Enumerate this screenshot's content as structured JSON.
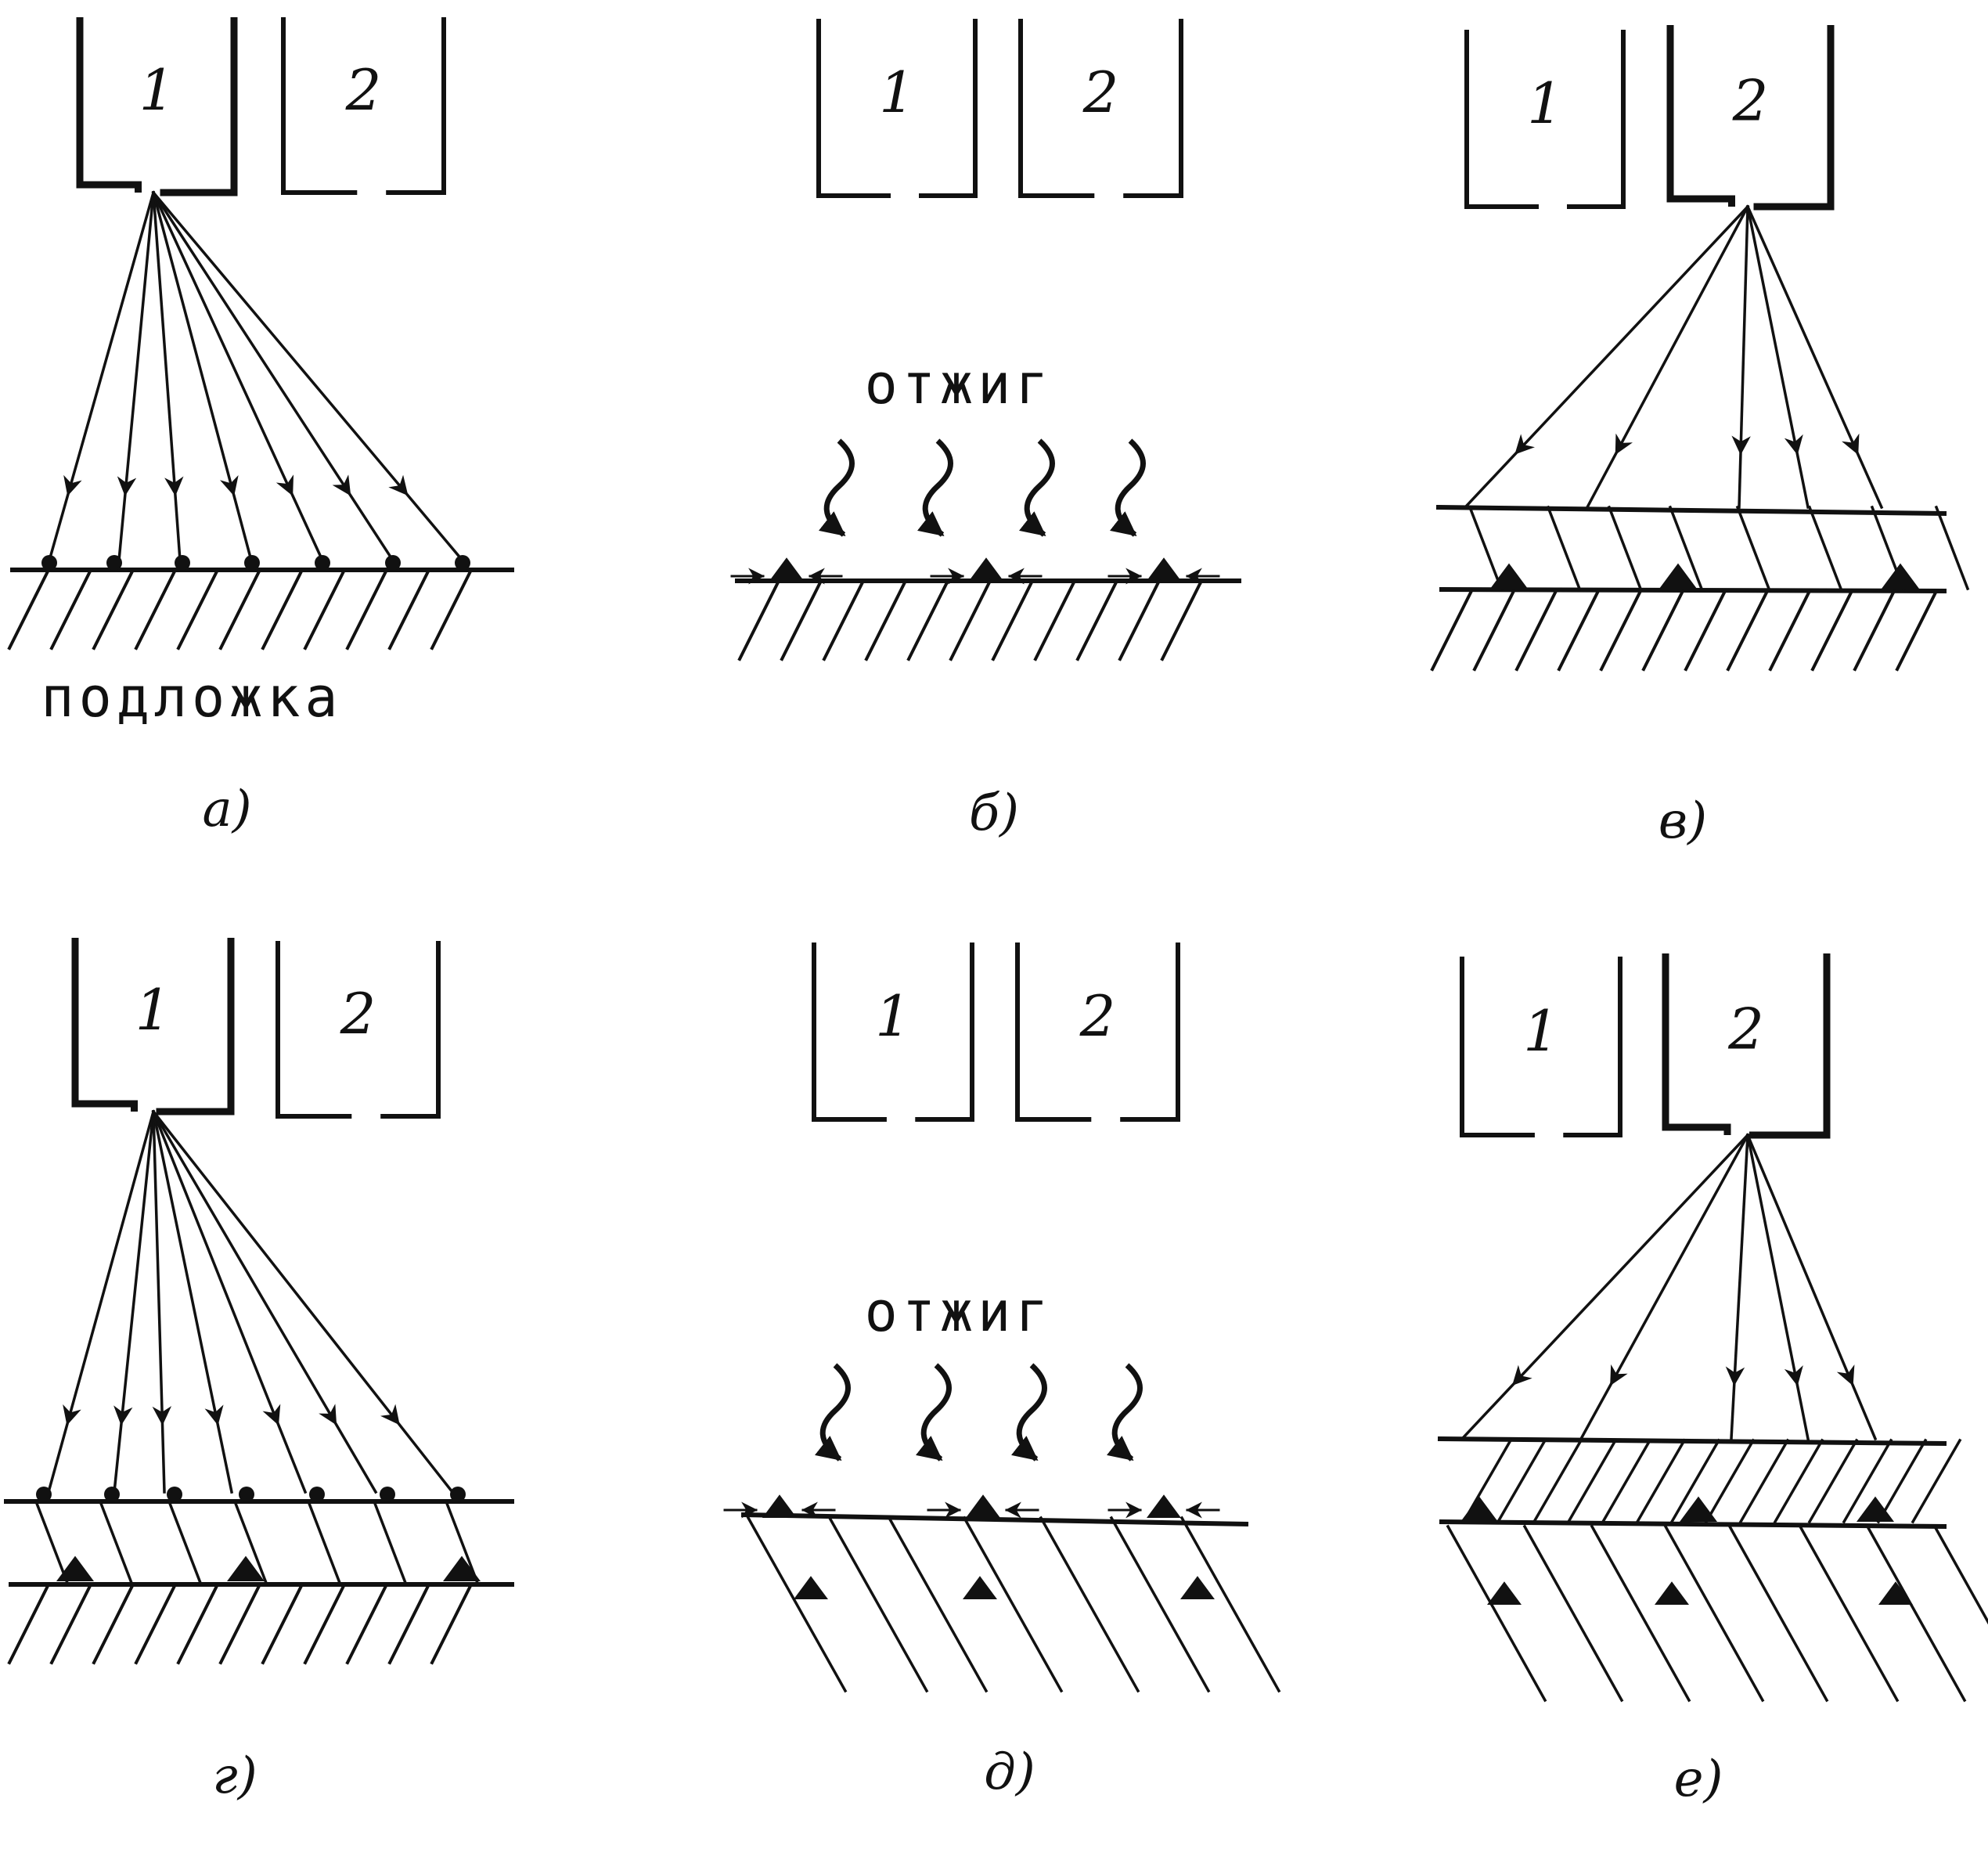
{
  "diagram": {
    "source_labels": [
      "1",
      "2"
    ],
    "substrate_label": "подложка",
    "anneal_label": "отжиг",
    "panels": [
      {
        "id": "a",
        "caption": "а)",
        "active_source": "1",
        "stage": "deposition",
        "marker": "dot"
      },
      {
        "id": "b",
        "caption": "б)",
        "active_source": "none",
        "stage": "anneal",
        "marker": "triangle"
      },
      {
        "id": "v",
        "caption": "в)",
        "active_source": "2",
        "stage": "deposition",
        "marker": "triangle"
      },
      {
        "id": "g",
        "caption": "г)",
        "active_source": "1",
        "stage": "deposition",
        "marker": "dot"
      },
      {
        "id": "d",
        "caption": "д)",
        "active_source": "none",
        "stage": "anneal",
        "marker": "triangle"
      },
      {
        "id": "e",
        "caption": "е)",
        "active_source": "2",
        "stage": "deposition",
        "marker": "triangle"
      }
    ]
  }
}
